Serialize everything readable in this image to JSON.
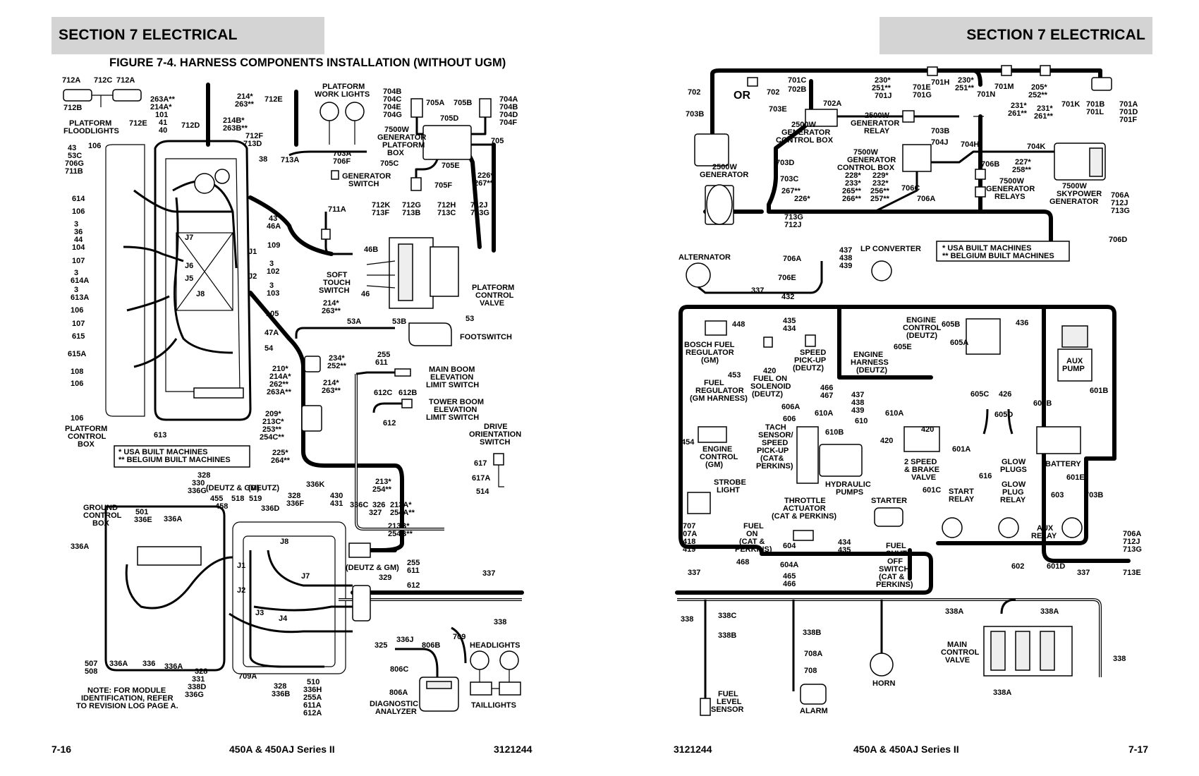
{
  "header_left": "SECTION 7   ELECTRICAL",
  "header_right": "SECTION 7   ELECTRICAL",
  "figure_title": "FIGURE 7-4. HARNESS COMPONENTS INSTALLATION (WITHOUT UGM)",
  "footer": {
    "left_page": "7-16",
    "left_model": "450A & 450AJ Series II",
    "left_doc": "3121244",
    "right_doc": "3121244",
    "right_model": "450A & 450AJ Series II",
    "right_page": "7-17"
  },
  "legend": {
    "usa": "*  USA BUILT MACHINES",
    "belgium": "** BELGIUM BUILT MACHINES"
  },
  "left_labels": {
    "l712a1": "712A",
    "l712c": "712C",
    "l712a2": "712A",
    "l712b": "712B",
    "platform_floodlights_1": "PLATFORM",
    "platform_floodlights_2": "FLOODLIGHTS",
    "l712e1": "712E",
    "l263a": "263A**",
    "l214a": "214A*",
    "l101": "101",
    "l41": "41",
    "l40": "40",
    "l712d": "712D",
    "l214s": "214*",
    "l263s": "263**",
    "l712e2": "712E",
    "l214b": "214B*",
    "l263b": "263B**",
    "l712f": "712F",
    "l713d": "713D",
    "l38": "38",
    "l713a": "713A",
    "platform_work_lights_1": "PLATFORM",
    "platform_work_lights_2": "WORK LIGHTS",
    "l704b": "704B",
    "l704c": "704C",
    "l704e": "704E",
    "l704g": "704G",
    "gen_platform_box_1": "7500W",
    "gen_platform_box_2": "GENERATOR",
    "gen_platform_box_3": "PLATFORM",
    "gen_platform_box_4": "BOX",
    "l705a": "705A",
    "l705b": "705B",
    "l705d": "705D",
    "l704a": "704A",
    "l704b2": "704B",
    "l704d": "704D",
    "l704f": "704F",
    "l705": "705",
    "l705c": "705C",
    "l705e": "705E",
    "l705f": "705F",
    "l226": "226*",
    "l267": "267**",
    "l703a": "703A",
    "l706f": "706F",
    "gen_switch_1": "GENERATOR",
    "gen_switch_2": "SWITCH",
    "l711a": "711A",
    "l712k": "712K",
    "l713f": "713F",
    "l712g": "712G",
    "l713b": "713B",
    "l712h": "712H",
    "l713c": "713C",
    "l712j": "712J",
    "l713g": "713G",
    "l43a": "43",
    "l53c": "53C",
    "l706g": "706G",
    "l711b": "711B",
    "l106a": "106",
    "l614": "614",
    "l106b": "106",
    "l3a": "3",
    "l36": "36",
    "l44": "44",
    "l104": "104",
    "l107a": "107",
    "l3b": "3",
    "l614a": "614A",
    "l3c": "3",
    "l613a": "613A",
    "l106c": "106",
    "l107b": "107",
    "l615": "615",
    "l615a": "615A",
    "l108": "108",
    "l106d": "106",
    "l106e": "106",
    "platform_control_box_1": "PLATFORM",
    "platform_control_box_2": "CONTROL",
    "platform_control_box_3": "BOX",
    "l613": "613",
    "l43b": "43",
    "l46a": "46A",
    "l109": "109",
    "l3d": "3",
    "l102": "102",
    "l3e": "3",
    "l103": "103",
    "l105": "105",
    "l47a": "47A",
    "l54": "54",
    "j7": "J7",
    "j6": "J6",
    "j5": "J5",
    "j8": "J8",
    "j1": "J1",
    "j2": "J2",
    "l46b": "46B",
    "l46": "46",
    "soft_touch_1": "SOFT",
    "soft_touch_2": "TOUCH",
    "soft_touch_3": "SWITCH",
    "platform_control_valve_1": "PLATFORM",
    "platform_control_valve_2": "CONTROL",
    "platform_control_valve_3": "VALVE",
    "l214c": "214*",
    "l263c": "263**",
    "l53a": "53A",
    "l53b": "53B",
    "l53": "53",
    "footswitch": "FOOTSWITCH",
    "l234": "234*",
    "l252": "252**",
    "l255a": "255",
    "l611a": "611",
    "l210": "210*",
    "l214a2": "214A*",
    "l262": "262**",
    "l263a2": "263A**",
    "l214d": "214*",
    "l263d": "263**",
    "main_boom_1": "MAIN BOOM",
    "main_boom_2": "ELEVATION",
    "main_boom_3": "LIMIT SWITCH",
    "l612c": "612C",
    "l612b": "612B",
    "l612a": "612",
    "tower_boom_1": "TOWER BOOM",
    "tower_boom_2": "ELEVATION",
    "tower_boom_3": "LIMIT SWITCH",
    "l209": "209*",
    "l213c": "213C*",
    "l253": "253**",
    "l254c": "254C**",
    "drive_orient_1": "DRIVE",
    "drive_orient_2": "ORIENTATION",
    "drive_orient_3": "SWITCH",
    "l225": "225*",
    "l264": "264**",
    "l617": "617",
    "l617a": "617A",
    "l514": "514",
    "l213": "213*",
    "l254": "254**",
    "l328a": "328",
    "l330": "330",
    "l336g": "336G",
    "deutz_gm": "(DEUTZ & GM)",
    "deutz": "(DEUTZ)",
    "l455": "455",
    "l458": "458",
    "l518": "518",
    "l519": "519",
    "l328b": "328",
    "l336f": "336F",
    "l336d": "336D",
    "l336k": "336K",
    "l430": "430",
    "l431": "431",
    "l336c": "336C",
    "l326": "326",
    "l327": "327",
    "l213a": "213A*",
    "l254a": "254A**",
    "l213b": "213B*",
    "l254b": "254B**",
    "ground_control_1": "GROUND",
    "ground_control_2": "CONTROL",
    "ground_control_3": "BOX",
    "l501": "501",
    "l336e": "336E",
    "l336a1": "336A",
    "l336a2": "336A",
    "j8b": "J8",
    "j1b": "J1",
    "j2b": "J2",
    "j3": "J3",
    "j4": "J4",
    "j7b": "J7",
    "deutz_gm2": "(DEUTZ & GM)",
    "l255b": "255",
    "l611b": "611",
    "l612d": "612",
    "l329": "329",
    "l337a": "337",
    "l338a": "338",
    "l507": "507",
    "l508": "508",
    "l336a3": "336A",
    "l336": "336",
    "l336a4": "336A",
    "l328c": "328",
    "l331": "331",
    "l338d": "338D",
    "l336g2": "336G",
    "l709a": "709A",
    "l328d": "328",
    "l336b": "336B",
    "l510": "510",
    "l336h": "336H",
    "l255a2": "255A",
    "l611a2": "611A",
    "l612a2": "612A",
    "l325": "325",
    "l336j": "336J",
    "l806b": "806B",
    "l806c": "806C",
    "l806a": "806A",
    "l709": "709",
    "diag_1": "DIAGNOSTIC",
    "diag_2": "ANALYZER",
    "headlights": "HEADLIGHTS",
    "taillights": "TAILLIGHTS",
    "note_1": "NOTE: FOR MODULE",
    "note_2": "IDENTIFICATION, REFER",
    "note_3": "TO REVISION LOG PAGE A."
  },
  "right_labels": {
    "l702a": "702",
    "l703b": "703B",
    "or": "OR",
    "l702b": "702",
    "l703e": "703E",
    "l701c": "701C",
    "l702b2": "702B",
    "l702a2": "702A",
    "l230": "230*",
    "l251": "251**",
    "l701j": "701J",
    "l701e": "701E",
    "l701g": "701G",
    "l701h": "701H",
    "l230b": "230*",
    "l251b": "251**",
    "l701n": "701N",
    "l701m": "701M",
    "l205": "205*",
    "l252": "252**",
    "l231": "231*",
    "l261": "261**",
    "l231b": "231*",
    "l261b": "261**",
    "l701k": "701K",
    "l701b": "701B",
    "l701l": "701L",
    "l701a": "701A",
    "l701d": "701D",
    "l701f": "701F",
    "gen_relay_1": "2500W",
    "gen_relay_2": "GENERATOR",
    "gen_relay_3": "RELAY",
    "gen_ctrl_1": "2500W",
    "gen_ctrl_2": "GENERATOR",
    "gen_ctrl_3": "CONTROL BOX",
    "gen_2500_1": "2500W",
    "gen_2500_2": "GENERATOR",
    "l703d": "703D",
    "l703c": "703C",
    "l267": "267**",
    "l226": "226*",
    "l703b2": "703B",
    "l704j": "704J",
    "l704h": "704H",
    "l704k": "704K",
    "gen_ctrl75_1": "7500W",
    "gen_ctrl75_2": "GENERATOR",
    "gen_ctrl75_3": "CONTROL BOX",
    "l228": "228*",
    "l233": "233*",
    "l265": "265**",
    "l266": "266**",
    "l229": "229*",
    "l232": "232*",
    "l256": "256**",
    "l257": "257**",
    "l706c": "706C",
    "l706a": "706A",
    "l706b": "706B",
    "l227": "227*",
    "l258": "258**",
    "gen_relays_1": "7500W",
    "gen_relays_2": "GENERATOR",
    "gen_relays_3": "RELAYS",
    "skypower_1": "7500W",
    "skypower_2": "SKYPOWER",
    "skypower_3": "GENERATOR",
    "l706a2": "706A",
    "l712j": "712J",
    "l713g": "713G",
    "l713g2": "713G",
    "l712j2": "712J",
    "l706d": "706D",
    "alternator": "ALTERNATOR",
    "l437": "437",
    "l438": "438",
    "l439": "439",
    "lp_converter": "LP CONVERTER",
    "l706a3": "706A",
    "l706e": "706E",
    "l337": "337",
    "l432": "432",
    "l448": "448",
    "bosch_1": "BOSCH FUEL",
    "bosch_2": "REGULATOR",
    "bosch_3": "(GM)",
    "l435": "435",
    "l434": "434",
    "speed_1": "SPEED",
    "speed_2": "PICK-UP",
    "speed_3": "(DEUTZ)",
    "eng_ctrl_d_1": "ENGINE",
    "eng_ctrl_d_2": "CONTROL",
    "eng_ctrl_d_3": "(DEUTZ)",
    "l605b": "605B",
    "l436": "436",
    "l605e": "605E",
    "l605a": "605A",
    "eng_harness_1": "ENGINE",
    "eng_harness_2": "HARNESS",
    "eng_harness_3": "(DEUTZ)",
    "aux_pump_1": "AUX",
    "aux_pump_2": "PUMP",
    "l453": "453",
    "l420": "420",
    "fuel_sol_1": "FUEL ON",
    "fuel_sol_2": "SOLENOID",
    "fuel_sol_3": "(DEUTZ)",
    "fuel_reg_1": "FUEL",
    "fuel_reg_2": "REGULATOR",
    "fuel_reg_3": "(GM HARNESS)",
    "l466": "466",
    "l467": "467",
    "l437b": "437",
    "l438b": "438",
    "l439b": "439",
    "l610a": "610A",
    "l610a2": "610A",
    "l610": "610",
    "l420b": "420",
    "l420c": "420",
    "l605c": "605C",
    "l426": "426",
    "l601b": "601B",
    "l601b2": "601B",
    "l606a": "606A",
    "l606": "606",
    "l610b": "610B",
    "l605d": "605D",
    "tach_1": "TACH",
    "tach_2": "SENSOR/",
    "tach_3": "SPEED",
    "tach_4": "PICK-UP",
    "tach_5": "(CAT&",
    "tach_6": "PERKINS)",
    "l454": "454",
    "eng_ctrl_gm_1": "ENGINE",
    "eng_ctrl_gm_2": "CONTROL",
    "eng_ctrl_gm_3": "(GM)",
    "speed2_1": "2 SPEED",
    "speed2_2": "& BRAKE",
    "speed2_3": "VALVE",
    "l601a": "601A",
    "glow_plugs_1": "GLOW",
    "glow_plugs_2": "PLUGS",
    "battery": "BATTERY",
    "l616": "616",
    "glow_relay_1": "GLOW",
    "glow_relay_2": "PLUG",
    "glow_relay_3": "RELAY",
    "l601e": "601E",
    "l603": "603",
    "hyd_pumps_1": "HYDRAULIC",
    "hyd_pumps_2": "PUMPS",
    "strobe_1": "STROBE",
    "strobe_2": "LIGHT",
    "throttle_1": "THROTTLE",
    "throttle_2": "ACTUATOR",
    "throttle_3": "(CAT & PERKINS)",
    "starter": "STARTER",
    "l601c": "601C",
    "start_relay_1": "START",
    "start_relay_2": "RELAY",
    "l703b3": "703B",
    "l707": "707",
    "l707a": "707A",
    "l418": "418",
    "l419": "419",
    "fuel_on_1": "FUEL",
    "fuel_on_2": "ON",
    "fuel_on_3": "(CAT &",
    "fuel_on_4": "PERKINS)",
    "l468": "468",
    "l604": "604",
    "aux_relay_1": "AUX",
    "aux_relay_2": "RELAY",
    "l706a4": "706A",
    "l712j3": "712J",
    "l713g3": "713G",
    "l434b": "434",
    "l435b": "435",
    "shutoff_1": "FUEL",
    "shutoff_2": "SHUT",
    "shutoff_3": "OFF",
    "shutoff_4": "SWITCH",
    "shutoff_5": "(CAT &",
    "shutoff_6": "PERKINS)",
    "l602": "602",
    "l601d": "601D",
    "l337b": "337",
    "l713e": "713E",
    "l604a": "604A",
    "l465": "465",
    "l466b": "466",
    "l337c": "337",
    "l338": "338",
    "l338c": "338C",
    "l338b": "338B",
    "l338b2": "338B",
    "l708a": "708A",
    "l708": "708",
    "l338a1": "338A",
    "l338a2": "338A",
    "main_valve_1": "MAIN",
    "main_valve_2": "CONTROL",
    "main_valve_3": "VALVE",
    "l338r": "338",
    "l338a3": "338A",
    "fuel_level_1": "FUEL",
    "fuel_level_2": "LEVEL",
    "fuel_level_3": "SENSOR",
    "alarm": "ALARM",
    "horn": "HORN",
    "legend_usa": "*  USA BUILT MACHINES",
    "legend_bel": "** BELGIUM BUILT MACHINES"
  }
}
